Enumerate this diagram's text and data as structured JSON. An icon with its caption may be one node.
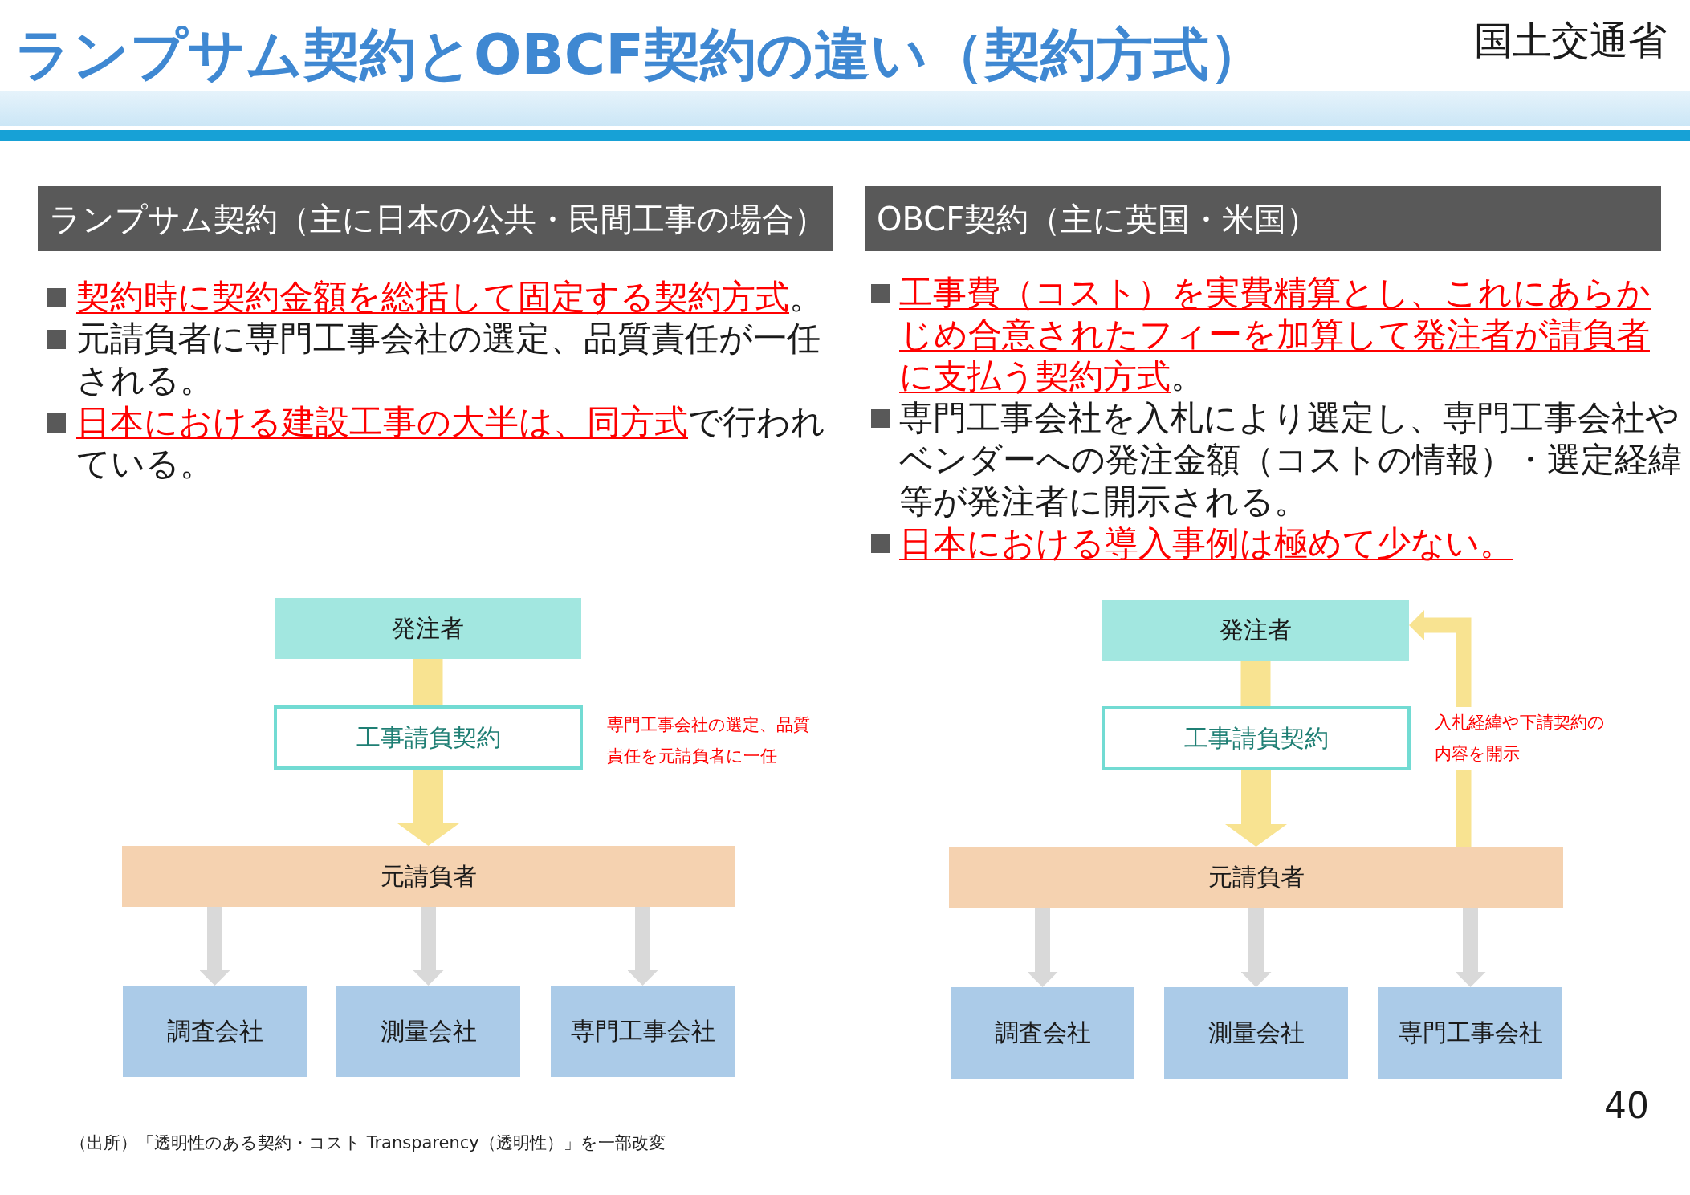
{
  "diagram": {
    "title": "ランプサム契約とOBCF契約の違い（契約方式）",
    "nodes": [
      {
        "text": [
          "ランプサム契約（主に日本の公共・民間工事の場合）"
        ]
      },
      {
        "text": [
          "OBCF契約（主に英国・米国）"
        ]
      },
      {
        "text": [
          "発注者"
        ]
      },
      {
        "text": [
          "工事請負契約"
        ],
        "beside": [
          "専門工事会社の選定、品質責任を元請負者に一任"
        ]
      },
      {
        "text": [
          "元請負者"
        ]
      },
      {
        "text": [
          "調査会社"
        ]
      },
      {
        "text": [
          "測量会社"
        ]
      },
      {
        "text": [
          "専門工事会社"
        ]
      },
      {
        "text": [
          "発注者"
        ]
      },
      {
        "text": [
          "工事請負契約"
        ]
      },
      {
        "text": [
          "元請負者"
        ]
      },
      {
        "text": [
          "調査会社"
        ]
      },
      {
        "text": [
          "測量会社"
        ]
      },
      {
        "text": [
          "専門工事会社"
        ]
      }
    ],
    "edges": [
      {
        "from": 2,
        "to": 3,
        "arrow": "none",
        "style": "thick",
        "color": "#f8e391"
      },
      {
        "from": 3,
        "to": 4,
        "arrow": "to",
        "style": "thick",
        "color": "#f8e391"
      },
      {
        "from": 4,
        "to": 5,
        "arrow": "to"
      },
      {
        "from": 4,
        "to": 6,
        "arrow": "to"
      },
      {
        "from": 4,
        "to": 7,
        "arrow": "to"
      },
      {
        "from": 8,
        "to": 9,
        "arrow": "none",
        "style": "thick",
        "color": "#f8e391"
      },
      {
        "from": 9,
        "to": 10,
        "arrow": "to",
        "style": "thick",
        "color": "#f8e391"
      },
      {
        "from": 10,
        "to": 11,
        "arrow": "to"
      },
      {
        "from": 10,
        "to": 12,
        "arrow": "to"
      },
      {
        "from": 10,
        "to": 13,
        "arrow": "to"
      },
      {
        "from": 10,
        "to": 8,
        "arrow": "to",
        "label": "入札経緯や下請契約の内容を開示",
        "color": "#f8e391"
      }
    ],
    "labels": [
      "国土交通省",
      "**契約時に契約金額を総括して固定する契約方式**。",
      "元請負者に専門工事会社の選定、品質責任が一任される。",
      "**日本における建設工事の大半は、同方式**で行われている。",
      "**工事費（コスト）を実費精算とし、これにあらかじめ合意されたフィーを加算して発注者が請負者に支払う契約方式**。",
      "専門工事会社を入札により選定し、専門工事会社やベンダーへの発注金額（コストの情報）・選定経緯等が発注者に開示される。",
      "日本における導入事例は極めて少ない。",
      "40",
      "（出所）「透明性のある契約・コスト Transparency（透明性）」を一部改変"
    ]
  }
}
